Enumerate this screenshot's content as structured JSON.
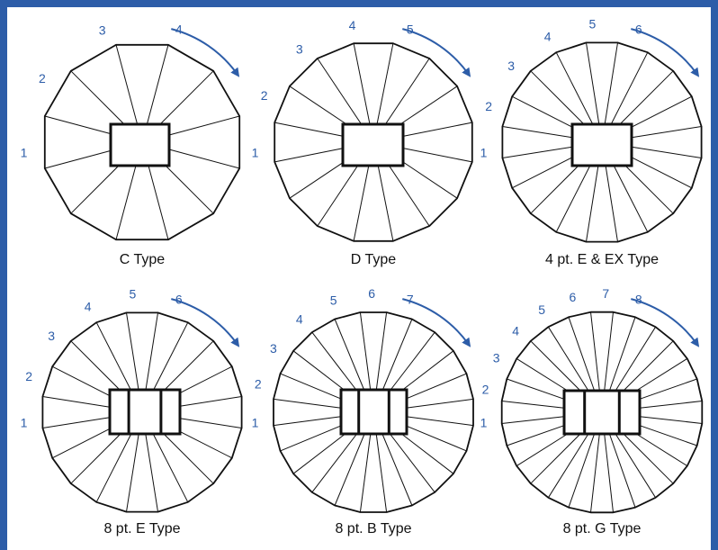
{
  "colors": {
    "frame": "#2d5da8",
    "arrow": "#2d5da8",
    "number": "#2d5da8",
    "line": "#111111"
  },
  "diagrams": [
    {
      "caption": "C Type",
      "numbers": [
        "1",
        "2",
        "3",
        "4"
      ]
    },
    {
      "caption": "D Type",
      "numbers": [
        "1",
        "2",
        "3",
        "4",
        "5"
      ]
    },
    {
      "caption": "4 pt. E & EX Type",
      "numbers": [
        "1",
        "2",
        "3",
        "4",
        "5",
        "6"
      ]
    },
    {
      "caption": "8 pt. E Type",
      "numbers": [
        "1",
        "2",
        "3",
        "4",
        "5",
        "6"
      ]
    },
    {
      "caption": "8 pt. B Type",
      "numbers": [
        "1",
        "2",
        "3",
        "4",
        "5",
        "6",
        "7"
      ]
    },
    {
      "caption": "8 pt. G Type",
      "numbers": [
        "1",
        "2",
        "3",
        "4",
        "5",
        "6",
        "7",
        "8"
      ]
    }
  ]
}
